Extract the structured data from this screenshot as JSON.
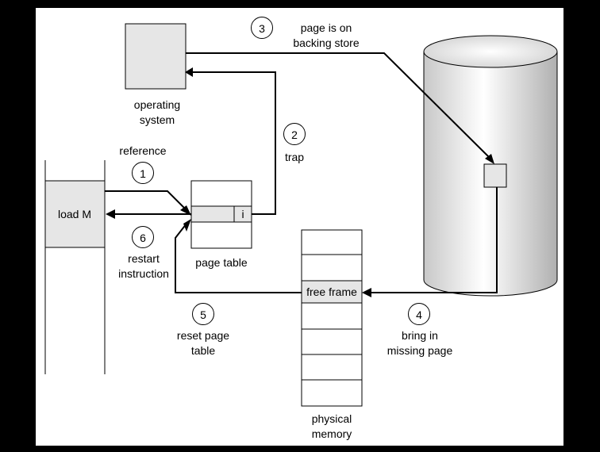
{
  "labels": {
    "os": "operating\nsystem",
    "reference": "reference",
    "load_m": "load M",
    "page_table": "page table",
    "valid_bit": "i",
    "free_frame": "free frame",
    "physical_memory": "physical\nmemory",
    "restart_instruction": "restart\ninstruction",
    "reset_page_table": "reset page\ntable",
    "trap": "trap",
    "backing_store_note": "page is on\nbacking store",
    "bring_in": "bring in\nmissing page"
  },
  "steps": [
    "1",
    "2",
    "3",
    "4",
    "5",
    "6"
  ]
}
